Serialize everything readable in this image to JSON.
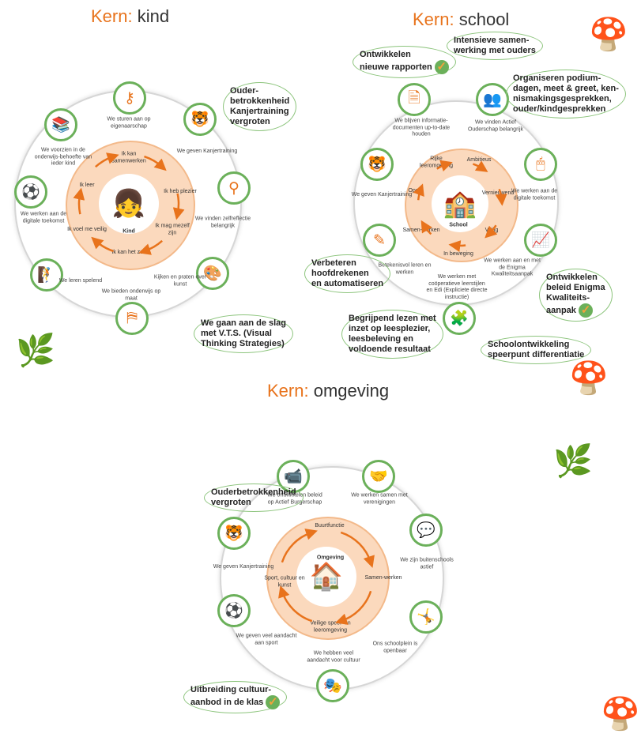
{
  "diagrams": [
    {
      "title_prefix": "Kern:",
      "title_word": "kind",
      "core_label": "Kind",
      "satellites": [
        {
          "label": "We sturen aan op eigenaarschap",
          "icon": "key-icon"
        },
        {
          "label": "We geven Kanjertraining",
          "icon": "tiger-icon"
        },
        {
          "label": "We vinden zelfreflectie belangrijk",
          "icon": "mirror-icon"
        },
        {
          "label": "Kijken en praten over kunst",
          "icon": "palette-icon"
        },
        {
          "label": "We bieden onderwijs op maat",
          "icon": "teacher-icon"
        },
        {
          "label": "We leren spelend",
          "icon": "climbing-rope-icon"
        },
        {
          "label": "We werken aan de digitale toekomst",
          "icon": "network-icon"
        },
        {
          "label": "We voorzien in de onderwijs-behoefte van ieder kind",
          "icon": "books-icon"
        }
      ],
      "ring": [
        "Ik kan samenwerken",
        "Ik heb plezier",
        "Ik mag mezelf zijn",
        "Ik kan het zelf",
        "Ik voel me veilig",
        "Ik leer"
      ],
      "callouts": [
        {
          "text": "Ouder-\nbetrokkenheid\nKanjertraining\nvergroten",
          "checked": false
        },
        {
          "text": "We gaan aan de slag\nmet V.T.S. (Visual\nThinking Strategies)",
          "checked": false
        }
      ]
    },
    {
      "title_prefix": "Kern:",
      "title_word": "school",
      "core_label": "School",
      "satellites": [
        {
          "label": "We blijven informatie-documenten up-to-date houden",
          "icon": "document-icon"
        },
        {
          "label": "We vinden Actief Ouderschap belangrijk",
          "icon": "people-icon"
        },
        {
          "label": "We werken aan de digitale toekomst",
          "icon": "tablet-mouse-icon"
        },
        {
          "label": "We werken aan en met de Enigma Kwaliteitsaanpak",
          "icon": "growth-chart-icon"
        },
        {
          "label": "We werken met coöperatieve leerstijlen en Edi (Expliciete directe instructie)",
          "icon": "puzzle-icon"
        },
        {
          "label": "Betekenisvol leren en werken",
          "icon": "learning-tools-icon"
        },
        {
          "label": "We geven Kanjertraining",
          "icon": "tiger-icon"
        }
      ],
      "ring": [
        "Rijke leeromgeving",
        "Ambitieus",
        "Vernieuwend",
        "Veilig",
        "In beweging",
        "Samen-werken",
        "Open"
      ],
      "callouts": [
        {
          "text": "Ontwikkelen\nnieuwe rapporten",
          "checked": true
        },
        {
          "text": "Intensieve samen-\nwerking met ouders",
          "checked": false
        },
        {
          "text": "Organiseren podium-\ndagen, meet & greet, ken-\nnismakingsgesprekken,\nouder/kindgesprekken",
          "checked": false
        },
        {
          "text": "Verbeteren\nhoofdrekenen\nen automatiseren",
          "checked": false
        },
        {
          "text": "Ontwikkelen\nbeleid Enigma\nKwaliteits-\naanpak",
          "checked": true
        },
        {
          "text": "Begrijpend lezen met\ninzet op leesplezier,\nleesbeleving en\nvoldoende resultaat",
          "checked": false
        },
        {
          "text": "Schoolontwikkeling\nspeerpunt differentiatie",
          "checked": false
        }
      ]
    },
    {
      "title_prefix": "Kern:",
      "title_word": "omgeving",
      "core_label": "Omgeving",
      "satellites": [
        {
          "label": "We ontwikkelen beleid op Actief Burgerschap",
          "icon": "camera-icon"
        },
        {
          "label": "We werken samen met verenigingen",
          "icon": "handshake-icon"
        },
        {
          "label": "We zijn buitenschools actief",
          "icon": "speech-bubbles-icon"
        },
        {
          "label": "Ons schoolplein is openbaar",
          "icon": "jump-rope-icon"
        },
        {
          "label": "We hebben veel aandacht voor cultuur",
          "icon": "theater-masks-icon"
        },
        {
          "label": "We geven veel aandacht aan sport",
          "icon": "sport-icon"
        },
        {
          "label": "We geven Kanjertraining",
          "icon": "tiger-icon"
        }
      ],
      "ring": [
        "Buurtfunctie",
        "Samen-werken",
        "Veilige speel- en leeromgeving",
        "Sport, cultuur en kunst"
      ],
      "callouts": [
        {
          "text": "Ouderbetrokkenheid\nvergroten",
          "checked": false
        },
        {
          "text": "Uitbreiding cultuur-\naanbod in de klas",
          "checked": true
        }
      ]
    }
  ],
  "colors": {
    "accent": "#e8731c",
    "green": "#6bb05a",
    "ring_fill": "#fbd9bd"
  }
}
